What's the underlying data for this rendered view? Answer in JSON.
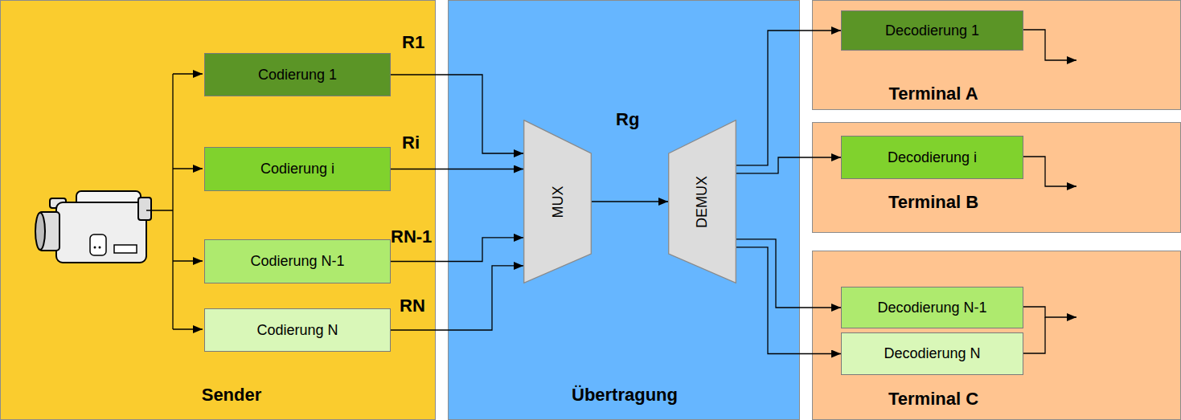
{
  "diagram": {
    "nodes": [
      {
        "text": [
          "Sender"
        ]
      },
      {
        "text": [
          "Codierung 1"
        ],
        "in": 0
      },
      {
        "text": [
          "Codierung i"
        ],
        "in": 0
      },
      {
        "text": [
          "Codierung N-1"
        ],
        "in": 0
      },
      {
        "text": [
          "Codierung N"
        ],
        "in": 0
      },
      {
        "text": [
          "Übertragung"
        ]
      },
      {
        "text": [
          "MUX"
        ],
        "in": 5
      },
      {
        "text": [
          "DEMUX"
        ],
        "in": 5
      },
      {
        "text": [
          "Terminal A"
        ]
      },
      {
        "text": [
          "Decodierung 1"
        ],
        "in": 8
      },
      {
        "text": [
          "Terminal B"
        ]
      },
      {
        "text": [
          "Decodierung i"
        ],
        "in": 10
      },
      {
        "text": [
          "Terminal C"
        ]
      },
      {
        "text": [
          "Decodierung N-1"
        ],
        "in": 12
      },
      {
        "text": [
          "Decodierung N"
        ],
        "in": 12
      }
    ],
    "edges": [
      {
        "from": 1,
        "to": 6,
        "arrow": "to",
        "label": "R1"
      },
      {
        "from": 2,
        "to": 6,
        "arrow": "to",
        "label": "Ri"
      },
      {
        "from": 3,
        "to": 6,
        "arrow": "to",
        "label": "RN-1"
      },
      {
        "from": 4,
        "to": 6,
        "arrow": "to",
        "label": "RN"
      },
      {
        "from": 6,
        "to": 7,
        "arrow": "to",
        "label": "Rg"
      },
      {
        "from": 7,
        "to": 9,
        "arrow": "to"
      },
      {
        "from": 7,
        "to": 11,
        "arrow": "to"
      },
      {
        "from": 7,
        "to": 13,
        "arrow": "to"
      },
      {
        "from": 7,
        "to": 14,
        "arrow": "to"
      }
    ]
  }
}
